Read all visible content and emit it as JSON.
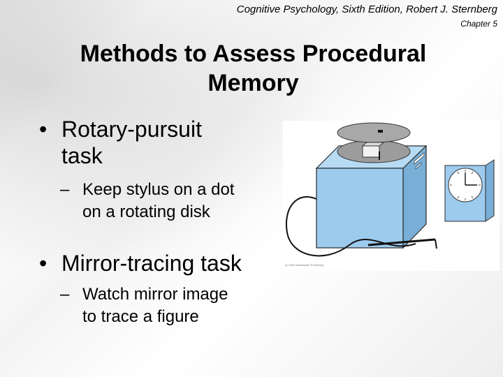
{
  "header": {
    "book_title": "Cognitive Psychology, Sixth Edition, Robert J. Sternberg",
    "chapter": "Chapter 5"
  },
  "slide": {
    "title_line1": "Methods to Assess Procedural",
    "title_line2": "Memory",
    "bullets": [
      {
        "marker": "•",
        "lines": [
          "Rotary-pursuit",
          "task"
        ],
        "sub": {
          "marker": "–",
          "lines": [
            "Keep stylus on a dot",
            "on a rotating disk"
          ]
        }
      },
      {
        "marker": "•",
        "lines": [
          "Mirror-tracing task"
        ],
        "sub": {
          "marker": "–",
          "lines": [
            "Watch mirror image",
            "to trace a figure"
          ]
        }
      }
    ]
  },
  "figure": {
    "caption": "(c) 2002 Wadsworth Publishing"
  },
  "colors": {
    "box_face": "#9dcbee",
    "box_side": "#79aed6",
    "box_top": "#b8dbf4",
    "disk": "#9c9c9c"
  }
}
